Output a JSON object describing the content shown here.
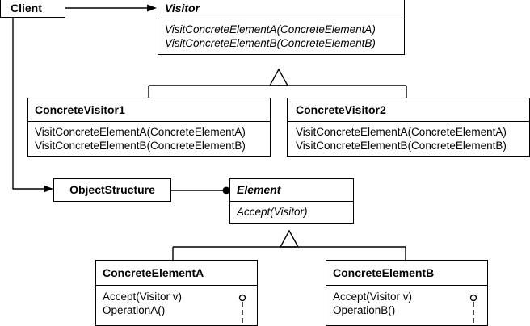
{
  "client": {
    "name": "Client"
  },
  "visitor": {
    "name": "Visitor",
    "operations": [
      "VisitConcreteElementA(ConcreteElementA)",
      "VisitConcreteElementB(ConcreteElementB)"
    ]
  },
  "concrete_visitor_1": {
    "name": "ConcreteVisitor1",
    "operations": [
      "VisitConcreteElementA(ConcreteElementA)",
      "VisitConcreteElementB(ConcreteElementB)"
    ]
  },
  "concrete_visitor_2": {
    "name": "ConcreteVisitor2",
    "operations": [
      "VisitConcreteElementA(ConcreteElementA)",
      "VisitConcreteElementB(ConcreteElementB)"
    ]
  },
  "object_structure": {
    "name": "ObjectStructure"
  },
  "element": {
    "name": "Element",
    "operations": [
      "Accept(Visitor)"
    ]
  },
  "concrete_element_a": {
    "name": "ConcreteElementA",
    "operations": [
      "Accept(Visitor v)",
      "OperationA()"
    ]
  },
  "concrete_element_b": {
    "name": "ConcreteElementB",
    "operations": [
      "Accept(Visitor v)",
      "OperationB()"
    ]
  }
}
